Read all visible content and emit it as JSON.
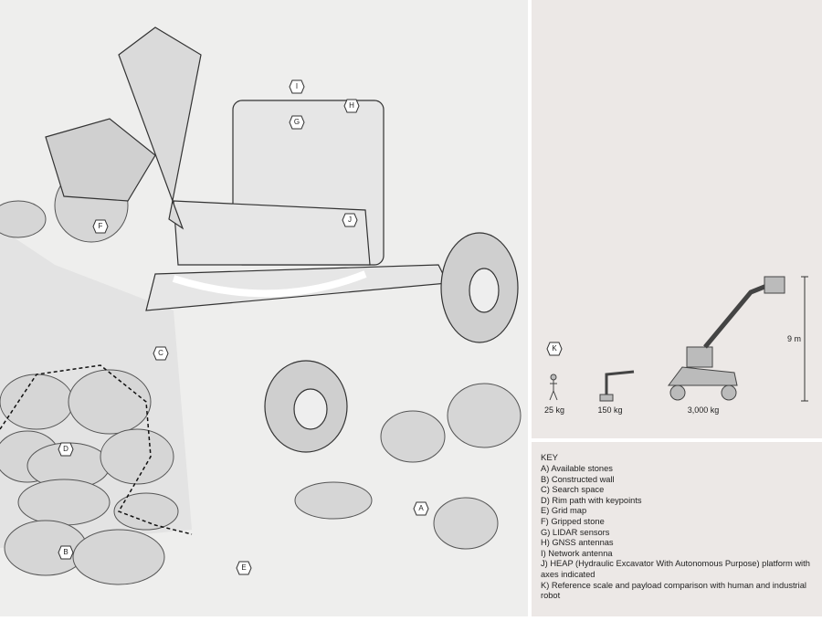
{
  "labels": {
    "A": "A",
    "B": "B",
    "C": "C",
    "D": "D",
    "E": "E",
    "F": "F",
    "G": "G",
    "H": "H",
    "I": "I",
    "J": "J",
    "K": "K"
  },
  "scale": {
    "human_weight": "25 kg",
    "robot_weight": "150 kg",
    "heap_weight": "3,000 kg",
    "height": "9 m"
  },
  "key": {
    "title": "KEY",
    "items": [
      "A) Available stones",
      "B) Constructed wall",
      "C) Search space",
      "D) Rim path with keypoints",
      "E) Grid map",
      "F) Gripped stone",
      "G) LIDAR sensors",
      "H) GNSS antennas",
      "I) Network antenna",
      "J) HEAP (Hydraulic Excavator With Autonomous Purpose) platform with axes indicated",
      "K) Reference scale and payload comparison with human and industrial robot"
    ]
  },
  "colors": {
    "panel": "#ece8e6",
    "scene": "#eeeeed",
    "ink": "#222222"
  }
}
